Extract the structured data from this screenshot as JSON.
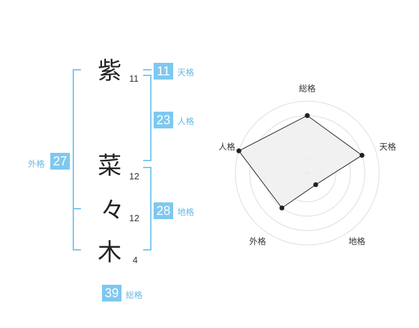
{
  "name": {
    "chars": [
      {
        "char": "紫",
        "strokes": "11"
      },
      {
        "char": "菜",
        "strokes": "12"
      },
      {
        "char": "々",
        "strokes": "12"
      },
      {
        "char": "木",
        "strokes": "4"
      }
    ]
  },
  "grades": {
    "tenkaku": {
      "label": "天格",
      "value": "11"
    },
    "jinkaku": {
      "label": "人格",
      "value": "23"
    },
    "chikaku": {
      "label": "地格",
      "value": "28"
    },
    "gaikaku": {
      "label": "外格",
      "value": "27"
    },
    "soukaku": {
      "label": "総格",
      "value": "39"
    }
  },
  "chart_data": {
    "type": "radar",
    "axes": [
      "総格",
      "天格",
      "地格",
      "外格",
      "人格"
    ],
    "values": [
      4,
      4,
      1,
      3,
      5
    ],
    "max": 5,
    "rings": 5,
    "colors": {
      "fill": "#efefef",
      "line": "#222222",
      "ring": "#dddddd",
      "center": "#cccccc"
    }
  }
}
